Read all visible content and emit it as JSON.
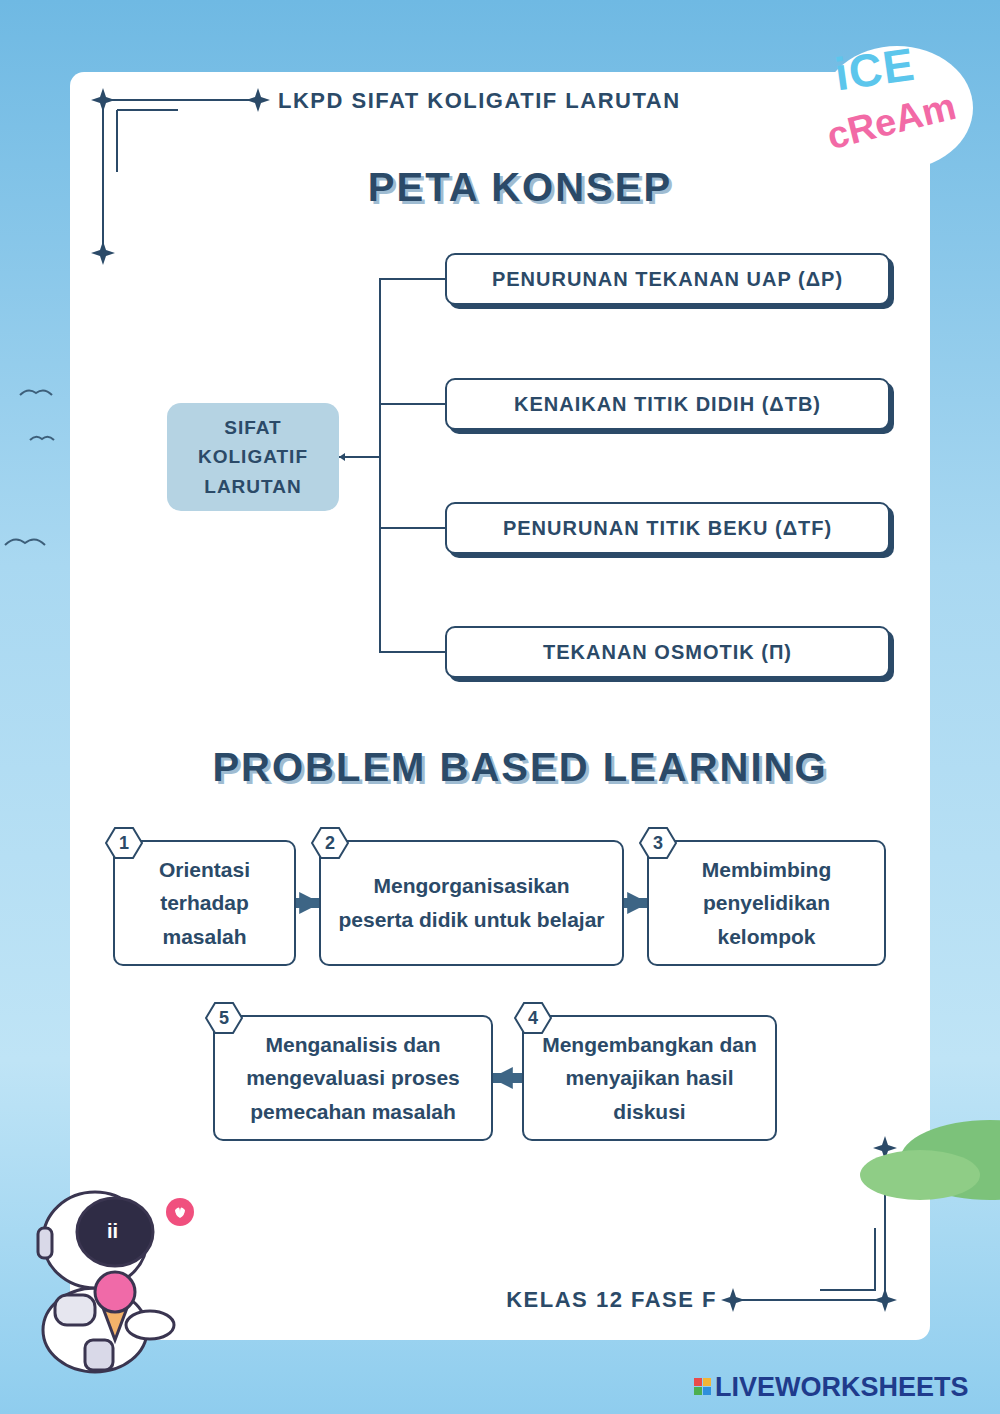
{
  "diagram": {
    "title": "PETA KONSEP",
    "nodes": [
      {
        "text": [
          "SIFAT KOLIGATIF LARUTAN"
        ]
      },
      {
        "text": [
          "PENURUNAN TEKANAN UAP (ΔP)"
        ]
      },
      {
        "text": [
          "KENAIKAN TITIK DIDIH (ΔTB)"
        ]
      },
      {
        "text": [
          "PENURUNAN TITIK BEKU (ΔTF)"
        ]
      },
      {
        "text": [
          "TEKANAN OSMOTIK (Π)"
        ]
      },
      {
        "text": [
          "Orientasi terhadap masalah"
        ]
      },
      {
        "text": [
          "1"
        ],
        "in": 5
      },
      {
        "text": [
          "Mengorganisasikan peserta didik untuk belajar"
        ]
      },
      {
        "text": [
          "2"
        ],
        "in": 7
      },
      {
        "text": [
          "Membimbing penyelidikan kelompok"
        ]
      },
      {
        "text": [
          "3"
        ],
        "in": 9
      },
      {
        "text": [
          "Mengembangkan dan menyajikan hasil diskusi"
        ]
      },
      {
        "text": [
          "4"
        ],
        "in": 11
      },
      {
        "text": [
          "Menganalisis dan mengevaluasi proses pemecahan masalah"
        ]
      },
      {
        "text": [
          "5"
        ],
        "in": 13
      }
    ],
    "edges": [
      {
        "from": 0,
        "to": 1,
        "arrow": "none"
      },
      {
        "from": 0,
        "to": 2,
        "arrow": "none"
      },
      {
        "from": 0,
        "to": 3,
        "arrow": "none"
      },
      {
        "from": 0,
        "to": 4,
        "arrow": "none"
      },
      {
        "from": 5,
        "to": 7,
        "arrow": "to"
      },
      {
        "from": 7,
        "to": 9,
        "arrow": "to"
      },
      {
        "from": 11,
        "to": 13,
        "arrow": "to"
      }
    ],
    "labels": [
      "LKPD SIFAT KOLIGATIF LARUTAN",
      "PROBLEM BASED LEARNING",
      "KELAS 12 FASE F",
      "iCE",
      "cReAm",
      "ii",
      "LIVEWORKSHEETS"
    ]
  }
}
